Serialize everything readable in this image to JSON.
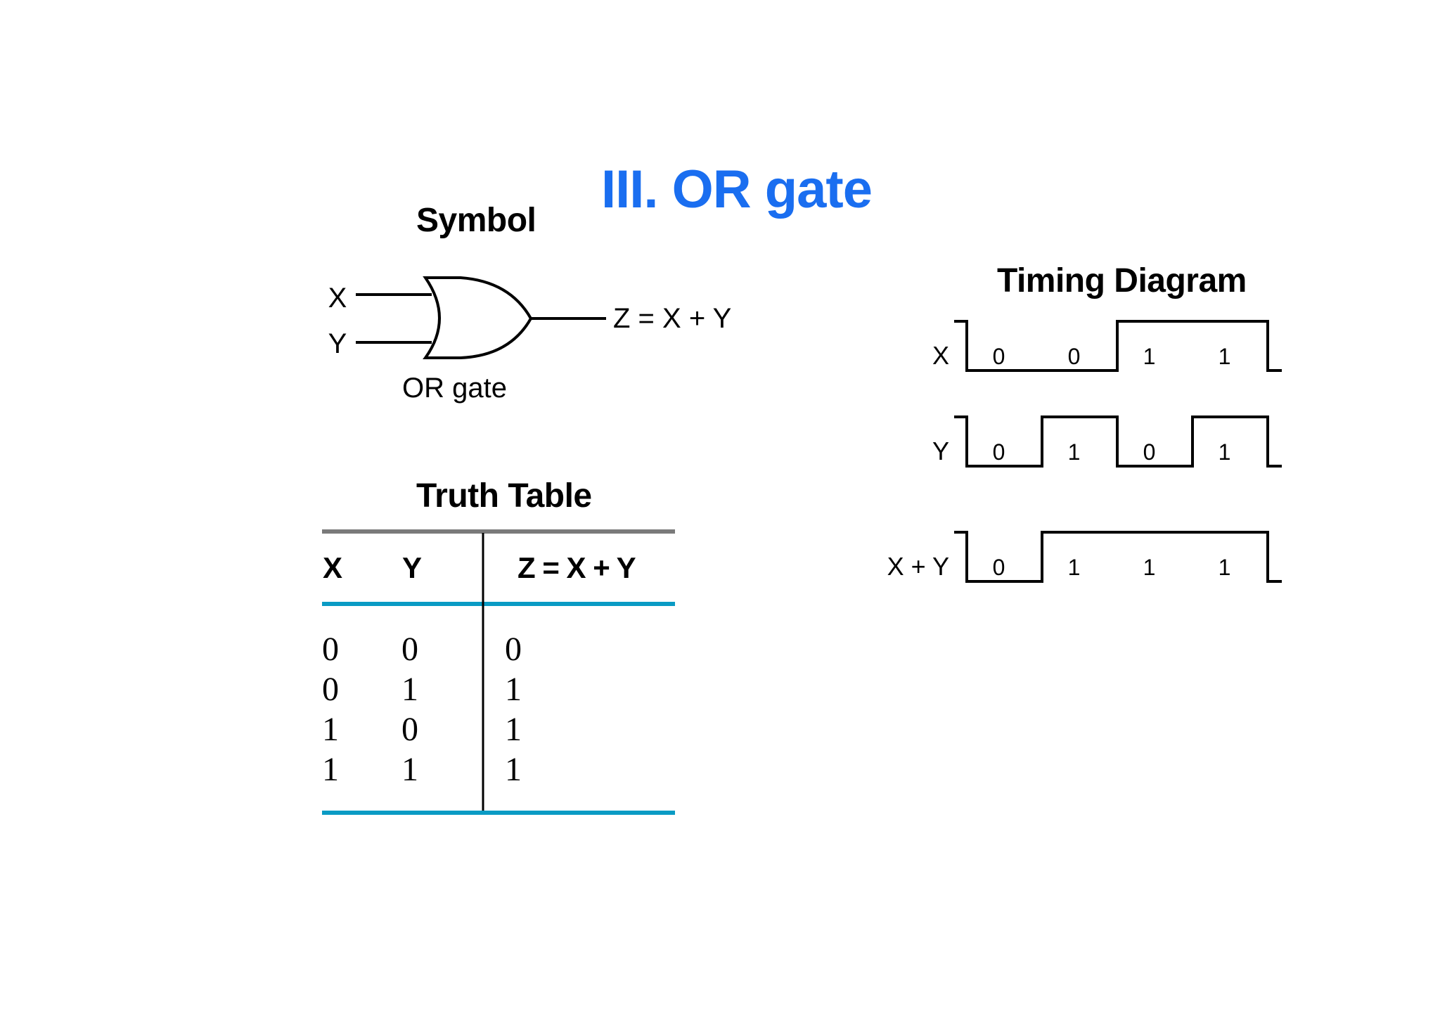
{
  "title": "III. OR gate",
  "accent_color": "#1a6ef0",
  "table_rule_color": "#0a9bc4",
  "symbol": {
    "heading": "Symbol",
    "input_x": "X",
    "input_y": "Y",
    "output_label": "Z = X + Y",
    "gate_caption": "OR gate"
  },
  "truth_table": {
    "heading": "Truth Table",
    "headers": [
      "X",
      "Y",
      "Z = X + Y"
    ],
    "rows": [
      [
        "0",
        "0",
        "0"
      ],
      [
        "0",
        "1",
        "1"
      ],
      [
        "1",
        "0",
        "1"
      ],
      [
        "1",
        "1",
        "1"
      ]
    ]
  },
  "timing": {
    "heading": "Timing Diagram",
    "signals": [
      {
        "label": "X",
        "bits": [
          "0",
          "0",
          "1",
          "1"
        ]
      },
      {
        "label": "Y",
        "bits": [
          "0",
          "1",
          "0",
          "1"
        ]
      },
      {
        "label": "X + Y",
        "bits": [
          "0",
          "1",
          "1",
          "1"
        ]
      }
    ]
  }
}
